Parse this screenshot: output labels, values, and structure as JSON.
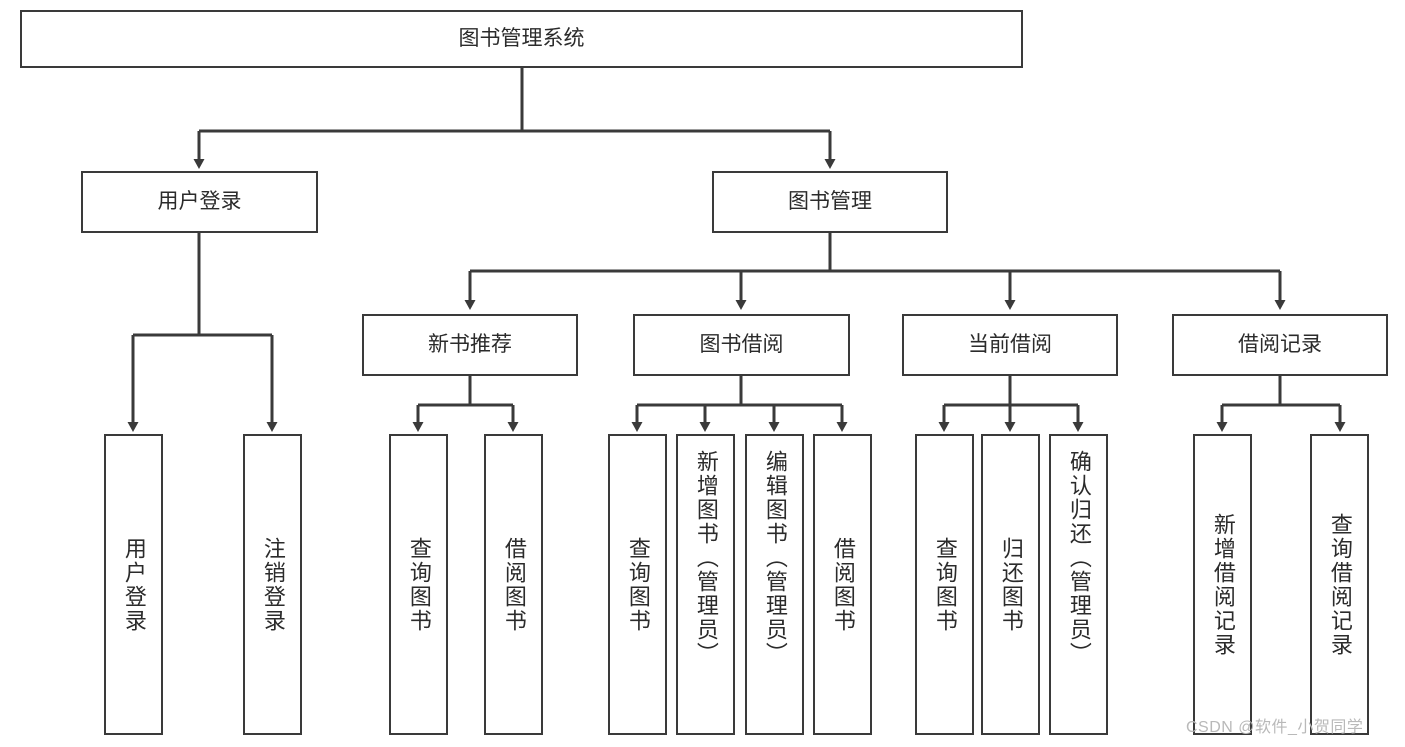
{
  "diagram": {
    "title_node": {
      "label": "图书管理系统"
    },
    "level1": [
      {
        "id": "user-login",
        "label": "用户登录"
      },
      {
        "id": "book-management",
        "label": "图书管理"
      }
    ],
    "level2": [
      {
        "id": "new-book-recommend",
        "label": "新书推荐"
      },
      {
        "id": "book-borrow",
        "label": "图书借阅"
      },
      {
        "id": "current-borrow",
        "label": "当前借阅"
      },
      {
        "id": "borrow-record",
        "label": "借阅记录"
      }
    ],
    "leaves": [
      {
        "id": "leaf-user-login",
        "label": "用户登录",
        "align": "mid"
      },
      {
        "id": "leaf-logout-login",
        "label": "注销登录",
        "align": "mid"
      },
      {
        "id": "leaf-query-book-1",
        "label": "查询图书",
        "align": "mid"
      },
      {
        "id": "leaf-borrow-book-1",
        "label": "借阅图书",
        "align": "mid"
      },
      {
        "id": "leaf-query-book-2",
        "label": "查询图书",
        "align": "mid"
      },
      {
        "id": "leaf-add-book-admin",
        "label": "新增图书（管理员）",
        "align": "top"
      },
      {
        "id": "leaf-edit-book-admin",
        "label": "编辑图书（管理员）",
        "align": "top"
      },
      {
        "id": "leaf-borrow-book-2",
        "label": "借阅图书",
        "align": "mid"
      },
      {
        "id": "leaf-query-book-3",
        "label": "查询图书",
        "align": "mid"
      },
      {
        "id": "leaf-return-book",
        "label": "归还图书",
        "align": "mid"
      },
      {
        "id": "leaf-confirm-return-admin",
        "label": "确认归还（管理员）",
        "align": "top"
      },
      {
        "id": "leaf-add-borrow-record",
        "label": "新增借阅记录",
        "align": "mid"
      },
      {
        "id": "leaf-query-borrow-record",
        "label": "查询借阅记录",
        "align": "mid"
      }
    ],
    "watermark": "CSDN @软件_小贺同学",
    "colors": {
      "stroke": "#3a3a3a",
      "text": "#2b2b2b",
      "background": "#ffffff",
      "watermark": "#b9b9b9"
    }
  }
}
